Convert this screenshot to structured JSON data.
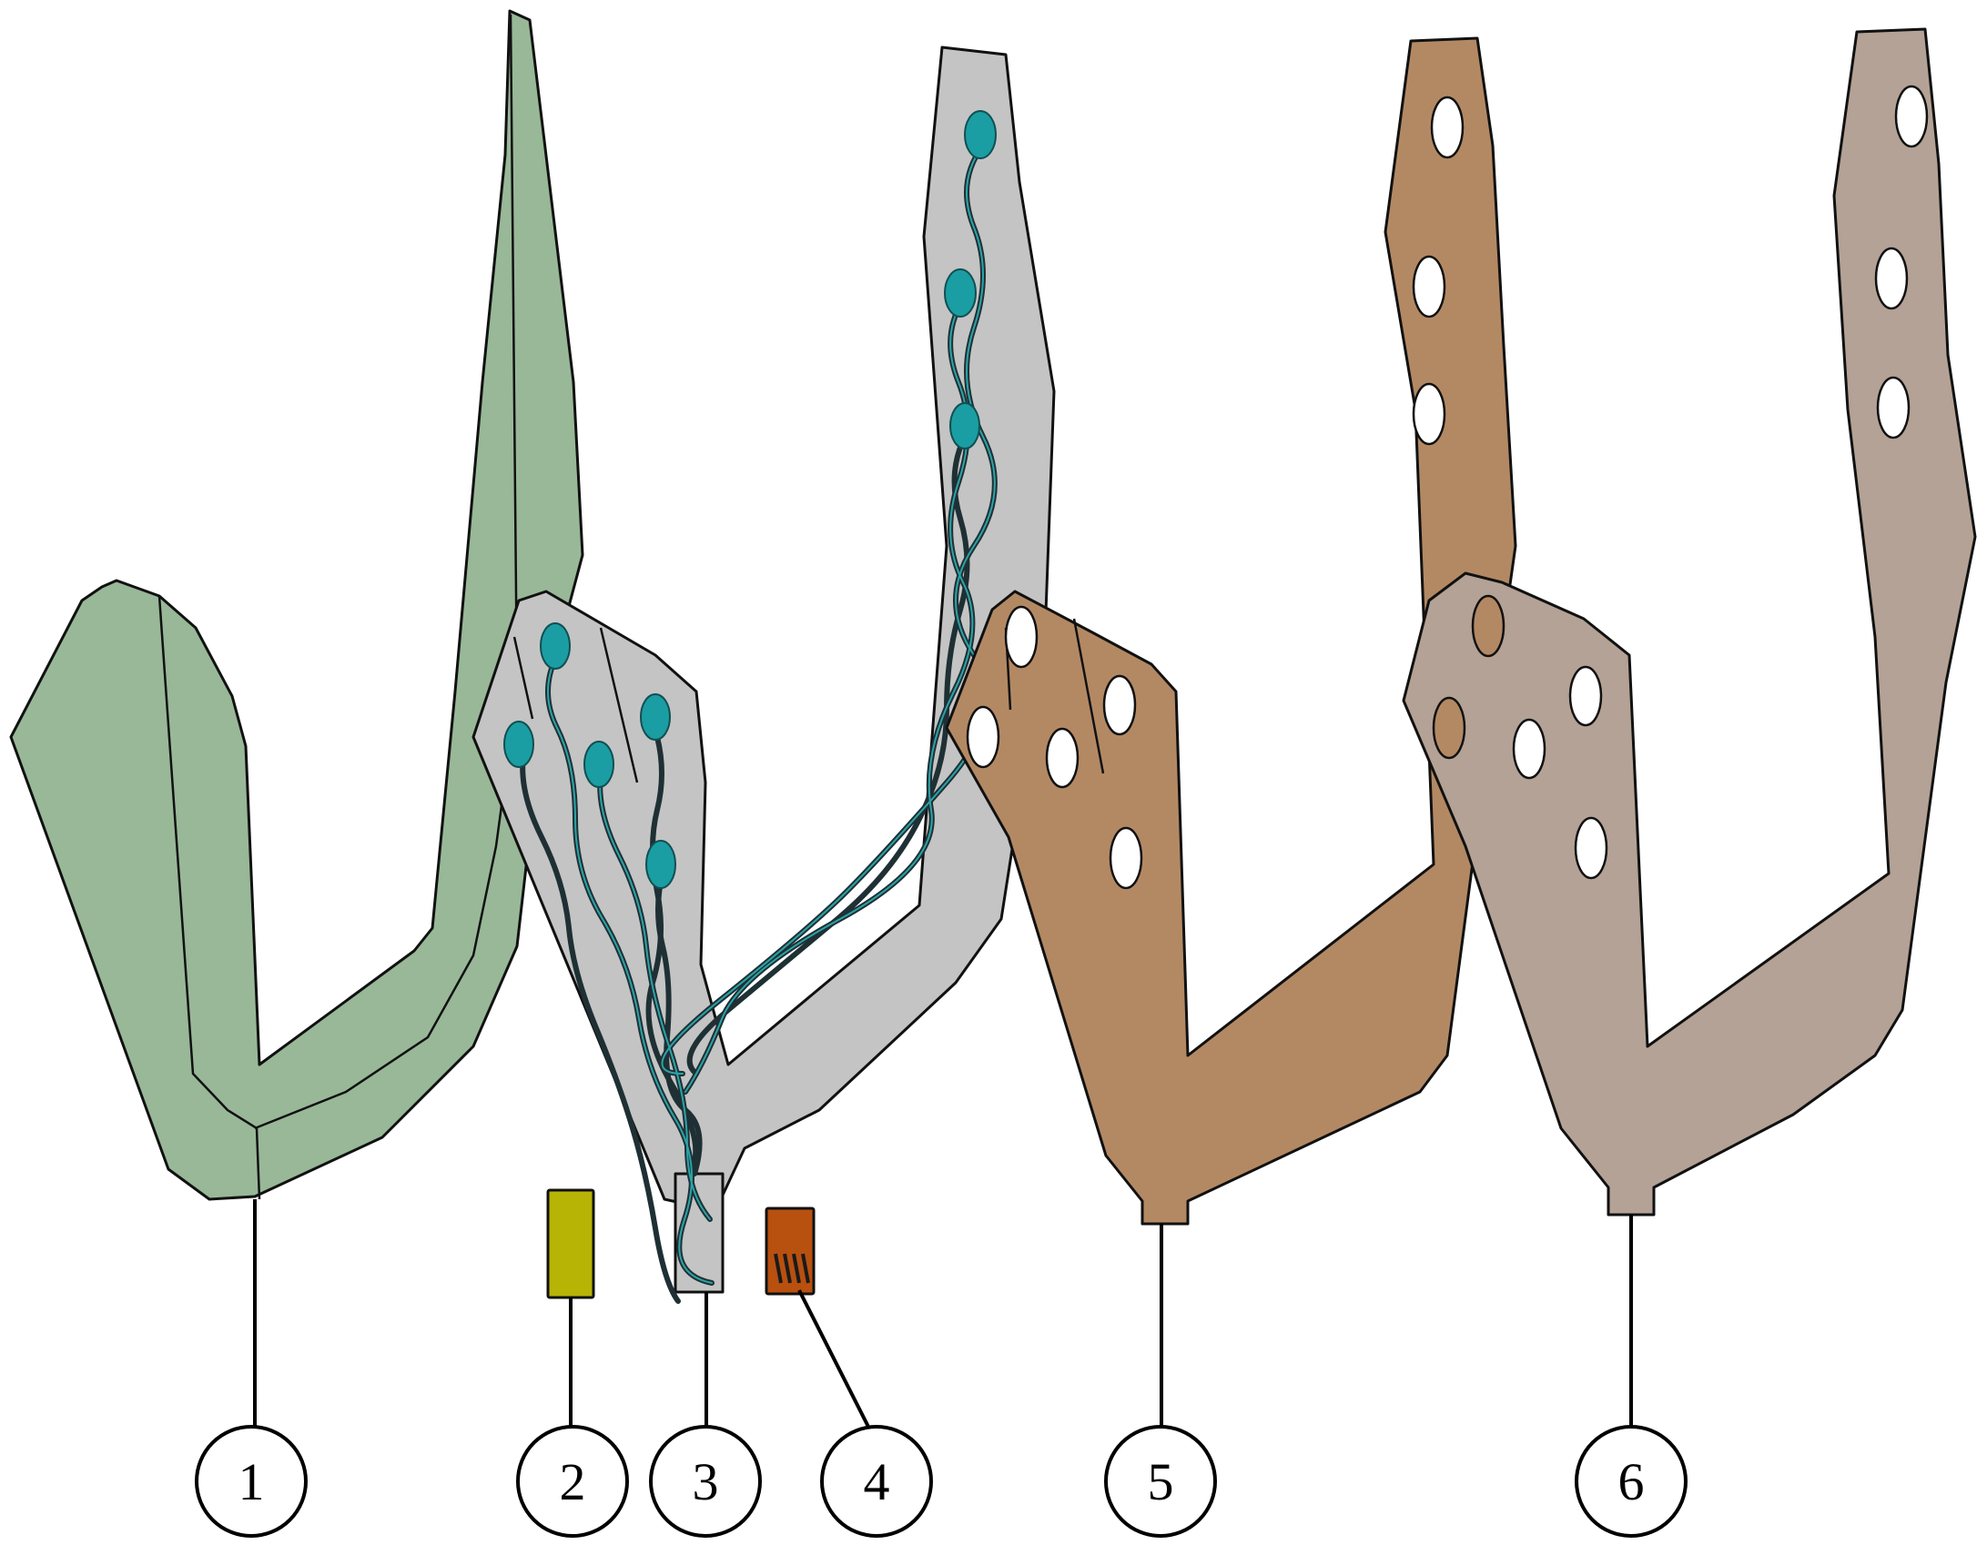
{
  "callouts": [
    {
      "id": "1",
      "label": "1"
    },
    {
      "id": "2",
      "label": "2"
    },
    {
      "id": "3",
      "label": "3"
    },
    {
      "id": "4",
      "label": "4"
    },
    {
      "id": "5",
      "label": "5"
    },
    {
      "id": "6",
      "label": "6"
    }
  ],
  "colors": {
    "layer_1": "#98b898",
    "layer_2": "#b7b406",
    "layer_3_substrate": "#c4c4c4",
    "layer_3_pads": "#1a9ea3",
    "layer_4": "#b8500f",
    "layer_5": "#b38964",
    "layer_6": "#b3a295",
    "outline": "#111111"
  }
}
